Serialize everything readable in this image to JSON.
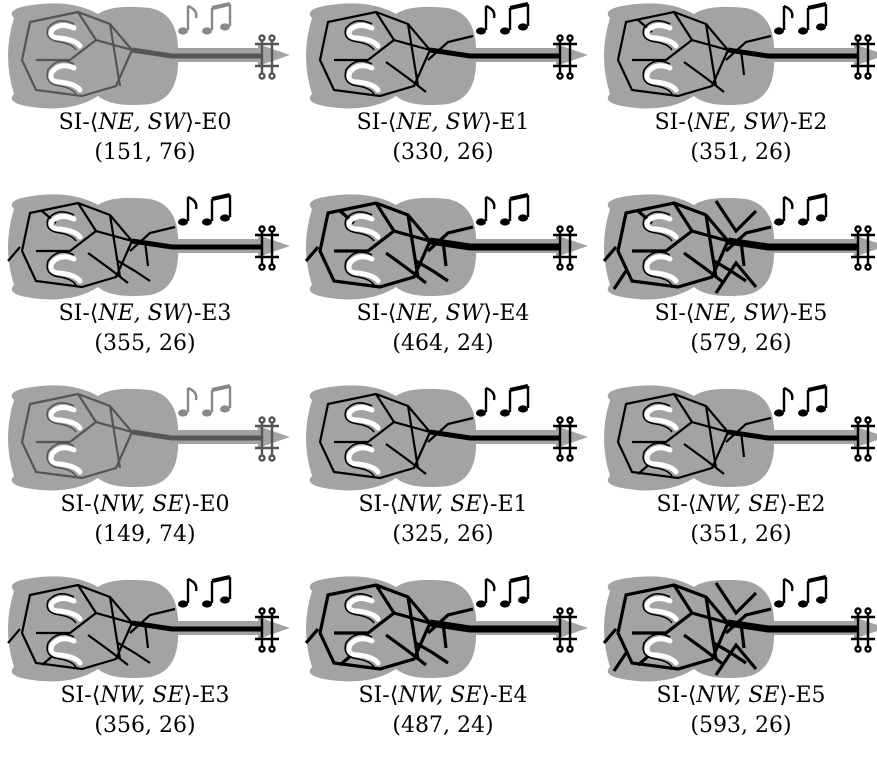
{
  "figures": [
    {
      "prefix": "SI-",
      "pair": "NE, SW",
      "suffix": "-E0",
      "coords": "(151, 76)"
    },
    {
      "prefix": "SI-",
      "pair": "NE, SW",
      "suffix": "-E1",
      "coords": "(330, 26)"
    },
    {
      "prefix": "SI-",
      "pair": "NE, SW",
      "suffix": "-E2",
      "coords": "(351, 26)"
    },
    {
      "prefix": "SI-",
      "pair": "NE, SW",
      "suffix": "-E3",
      "coords": "(355, 26)"
    },
    {
      "prefix": "SI-",
      "pair": "NE, SW",
      "suffix": "-E4",
      "coords": "(464, 24)"
    },
    {
      "prefix": "SI-",
      "pair": "NE, SW",
      "suffix": "-E5",
      "coords": "(579, 26)"
    },
    {
      "prefix": "SI-",
      "pair": "NW, SE",
      "suffix": "-E0",
      "coords": "(149, 74)"
    },
    {
      "prefix": "SI-",
      "pair": "NW, SE",
      "suffix": "-E1",
      "coords": "(325, 26)"
    },
    {
      "prefix": "SI-",
      "pair": "NW, SE",
      "suffix": "-E2",
      "coords": "(351, 26)"
    },
    {
      "prefix": "SI-",
      "pair": "NW, SE",
      "suffix": "-E3",
      "coords": "(356, 26)"
    },
    {
      "prefix": "SI-",
      "pair": "NW, SE",
      "suffix": "-E4",
      "coords": "(487, 24)"
    },
    {
      "prefix": "SI-",
      "pair": "NW, SE",
      "suffix": "-E5",
      "coords": "(593, 26)"
    }
  ],
  "colors": {
    "body": "#a3a3a3",
    "line": "#000000",
    "scroll": "#ffffff"
  },
  "icons": [
    "violin-icon",
    "music-notes-icon"
  ]
}
